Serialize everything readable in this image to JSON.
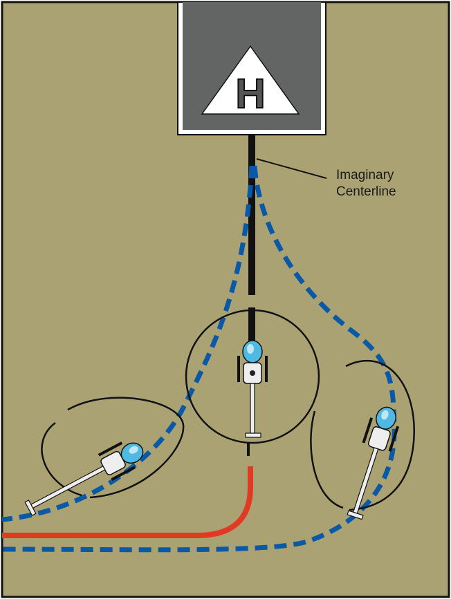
{
  "helipad": {
    "marker": "H"
  },
  "labels": {
    "centerline_line1": "Imaginary",
    "centerline_line2": "Centerline"
  },
  "colors": {
    "ground": "#aba274",
    "pad": "#636464",
    "path_dashed": "#0a59a6",
    "path_solid": "#e03a24",
    "centerline": "#111111",
    "canopy": "#4fb9e2"
  },
  "icons": [
    "helipad-h-icon",
    "helicopter-icon"
  ]
}
